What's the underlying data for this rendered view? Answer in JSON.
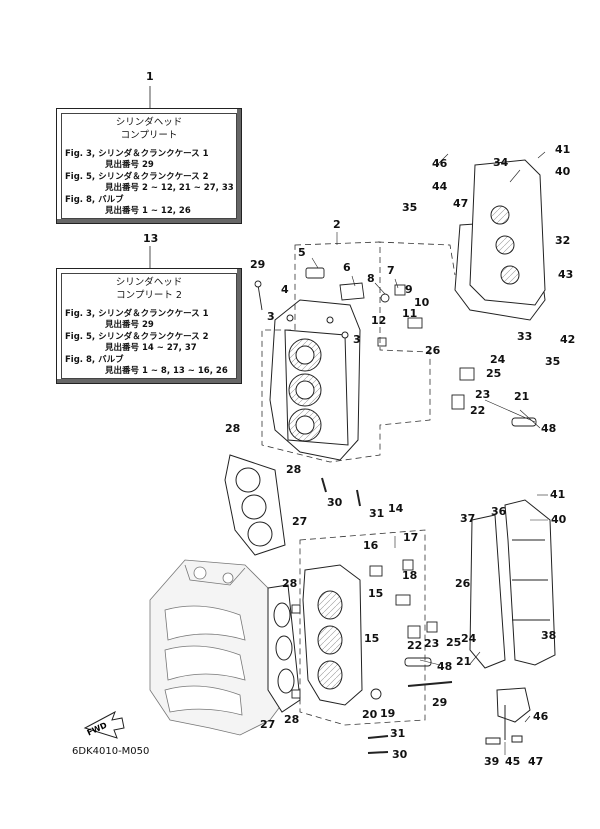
{
  "callouts": [
    {
      "n": "1"
    },
    {
      "n": "13"
    },
    {
      "n": "2"
    },
    {
      "n": "3"
    },
    {
      "n": "4"
    },
    {
      "n": "5"
    },
    {
      "n": "6"
    },
    {
      "n": "7"
    },
    {
      "n": "8"
    },
    {
      "n": "9"
    },
    {
      "n": "10"
    },
    {
      "n": "11"
    },
    {
      "n": "12"
    },
    {
      "n": "3"
    },
    {
      "n": "29"
    },
    {
      "n": "28"
    },
    {
      "n": "28"
    },
    {
      "n": "27"
    },
    {
      "n": "30"
    },
    {
      "n": "31"
    },
    {
      "n": "14"
    },
    {
      "n": "16"
    },
    {
      "n": "17"
    },
    {
      "n": "18"
    },
    {
      "n": "15"
    },
    {
      "n": "15"
    },
    {
      "n": "28"
    },
    {
      "n": "27"
    },
    {
      "n": "28"
    },
    {
      "n": "20"
    },
    {
      "n": "19"
    },
    {
      "n": "29"
    },
    {
      "n": "31"
    },
    {
      "n": "30"
    },
    {
      "n": "22"
    },
    {
      "n": "23"
    },
    {
      "n": "25"
    },
    {
      "n": "24"
    },
    {
      "n": "21"
    },
    {
      "n": "48"
    },
    {
      "n": "26"
    },
    {
      "n": "37"
    },
    {
      "n": "36"
    },
    {
      "n": "41"
    },
    {
      "n": "40"
    },
    {
      "n": "38"
    },
    {
      "n": "46"
    },
    {
      "n": "39"
    },
    {
      "n": "45"
    },
    {
      "n": "47"
    },
    {
      "n": "46"
    },
    {
      "n": "44"
    },
    {
      "n": "35"
    },
    {
      "n": "47"
    },
    {
      "n": "34"
    },
    {
      "n": "41"
    },
    {
      "n": "40"
    },
    {
      "n": "32"
    },
    {
      "n": "43"
    },
    {
      "n": "33"
    },
    {
      "n": "42"
    },
    {
      "n": "35"
    },
    {
      "n": "26"
    },
    {
      "n": "24"
    },
    {
      "n": "25"
    },
    {
      "n": "23"
    },
    {
      "n": "22"
    },
    {
      "n": "21"
    },
    {
      "n": "48"
    }
  ],
  "box1": {
    "title1": "シリンダヘッド",
    "title2": "コンプリート",
    "lines": [
      {
        "a": "Fig. 3, シリンダ＆クランクケース 1",
        "b": "見出番号 29"
      },
      {
        "a": "Fig. 5, シリンダ＆クランクケース 2",
        "b": "見出番号 2 ~ 12, 21 ~ 27, 33"
      },
      {
        "a": "Fig. 8, バルブ",
        "b": "見出番号 1 ~ 12, 26"
      }
    ]
  },
  "box2": {
    "title1": "シリンダヘッド",
    "title2": "コンプリート 2",
    "lines": [
      {
        "a": "Fig. 3, シリンダ＆クランクケース 1",
        "b": "見出番号 29"
      },
      {
        "a": "Fig. 5, シリンダ＆クランクケース 2",
        "b": "見出番号 14 ~ 27, 37"
      },
      {
        "a": "Fig. 8, バルブ",
        "b": "見出番号 1 ~ 8, 13 ~ 16, 26"
      }
    ]
  },
  "fwd_label": "FWD",
  "code": "6DK4010-M050"
}
